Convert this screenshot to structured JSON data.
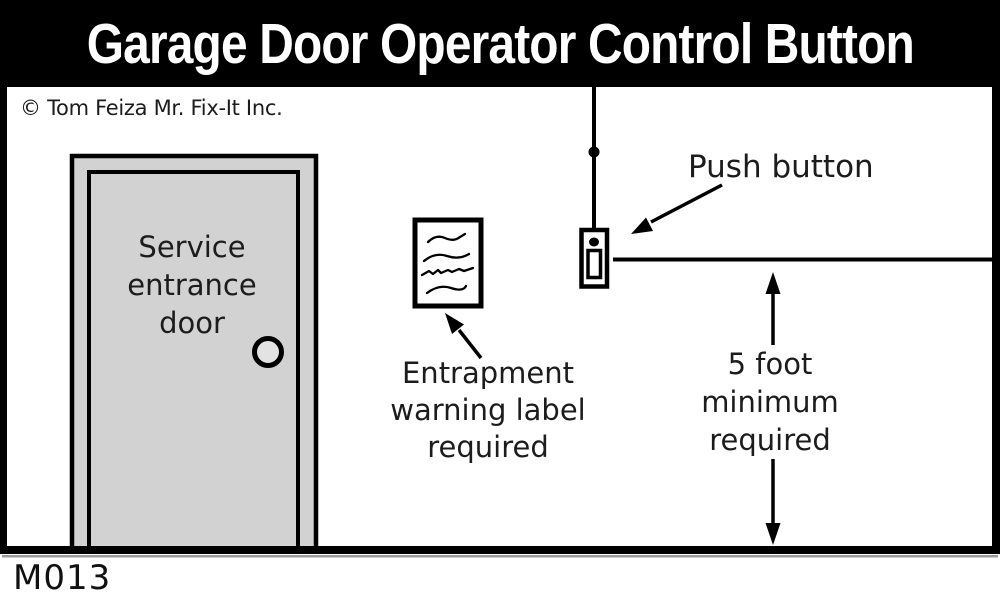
{
  "title": "Garage Door Operator Control Button",
  "copyright": "© Tom Feiza Mr. Fix-It Inc.",
  "figure_code": "M013",
  "labels": {
    "service_door": [
      "Service",
      "entrance",
      "door"
    ],
    "push_button": "Push button",
    "entrapment": [
      "Entrapment",
      "warning label",
      "required"
    ],
    "clearance": [
      "5 foot",
      "minimum",
      "required"
    ]
  },
  "colors": {
    "title_bg": "#000000",
    "title_text": "#ffffff",
    "line": "#000000",
    "door_fill": "#d2d2d3",
    "knob_fill": "#e3e3e3",
    "label_fill": "#ffffff",
    "shadow": "#9c9c9c",
    "background": "#ffffff"
  }
}
